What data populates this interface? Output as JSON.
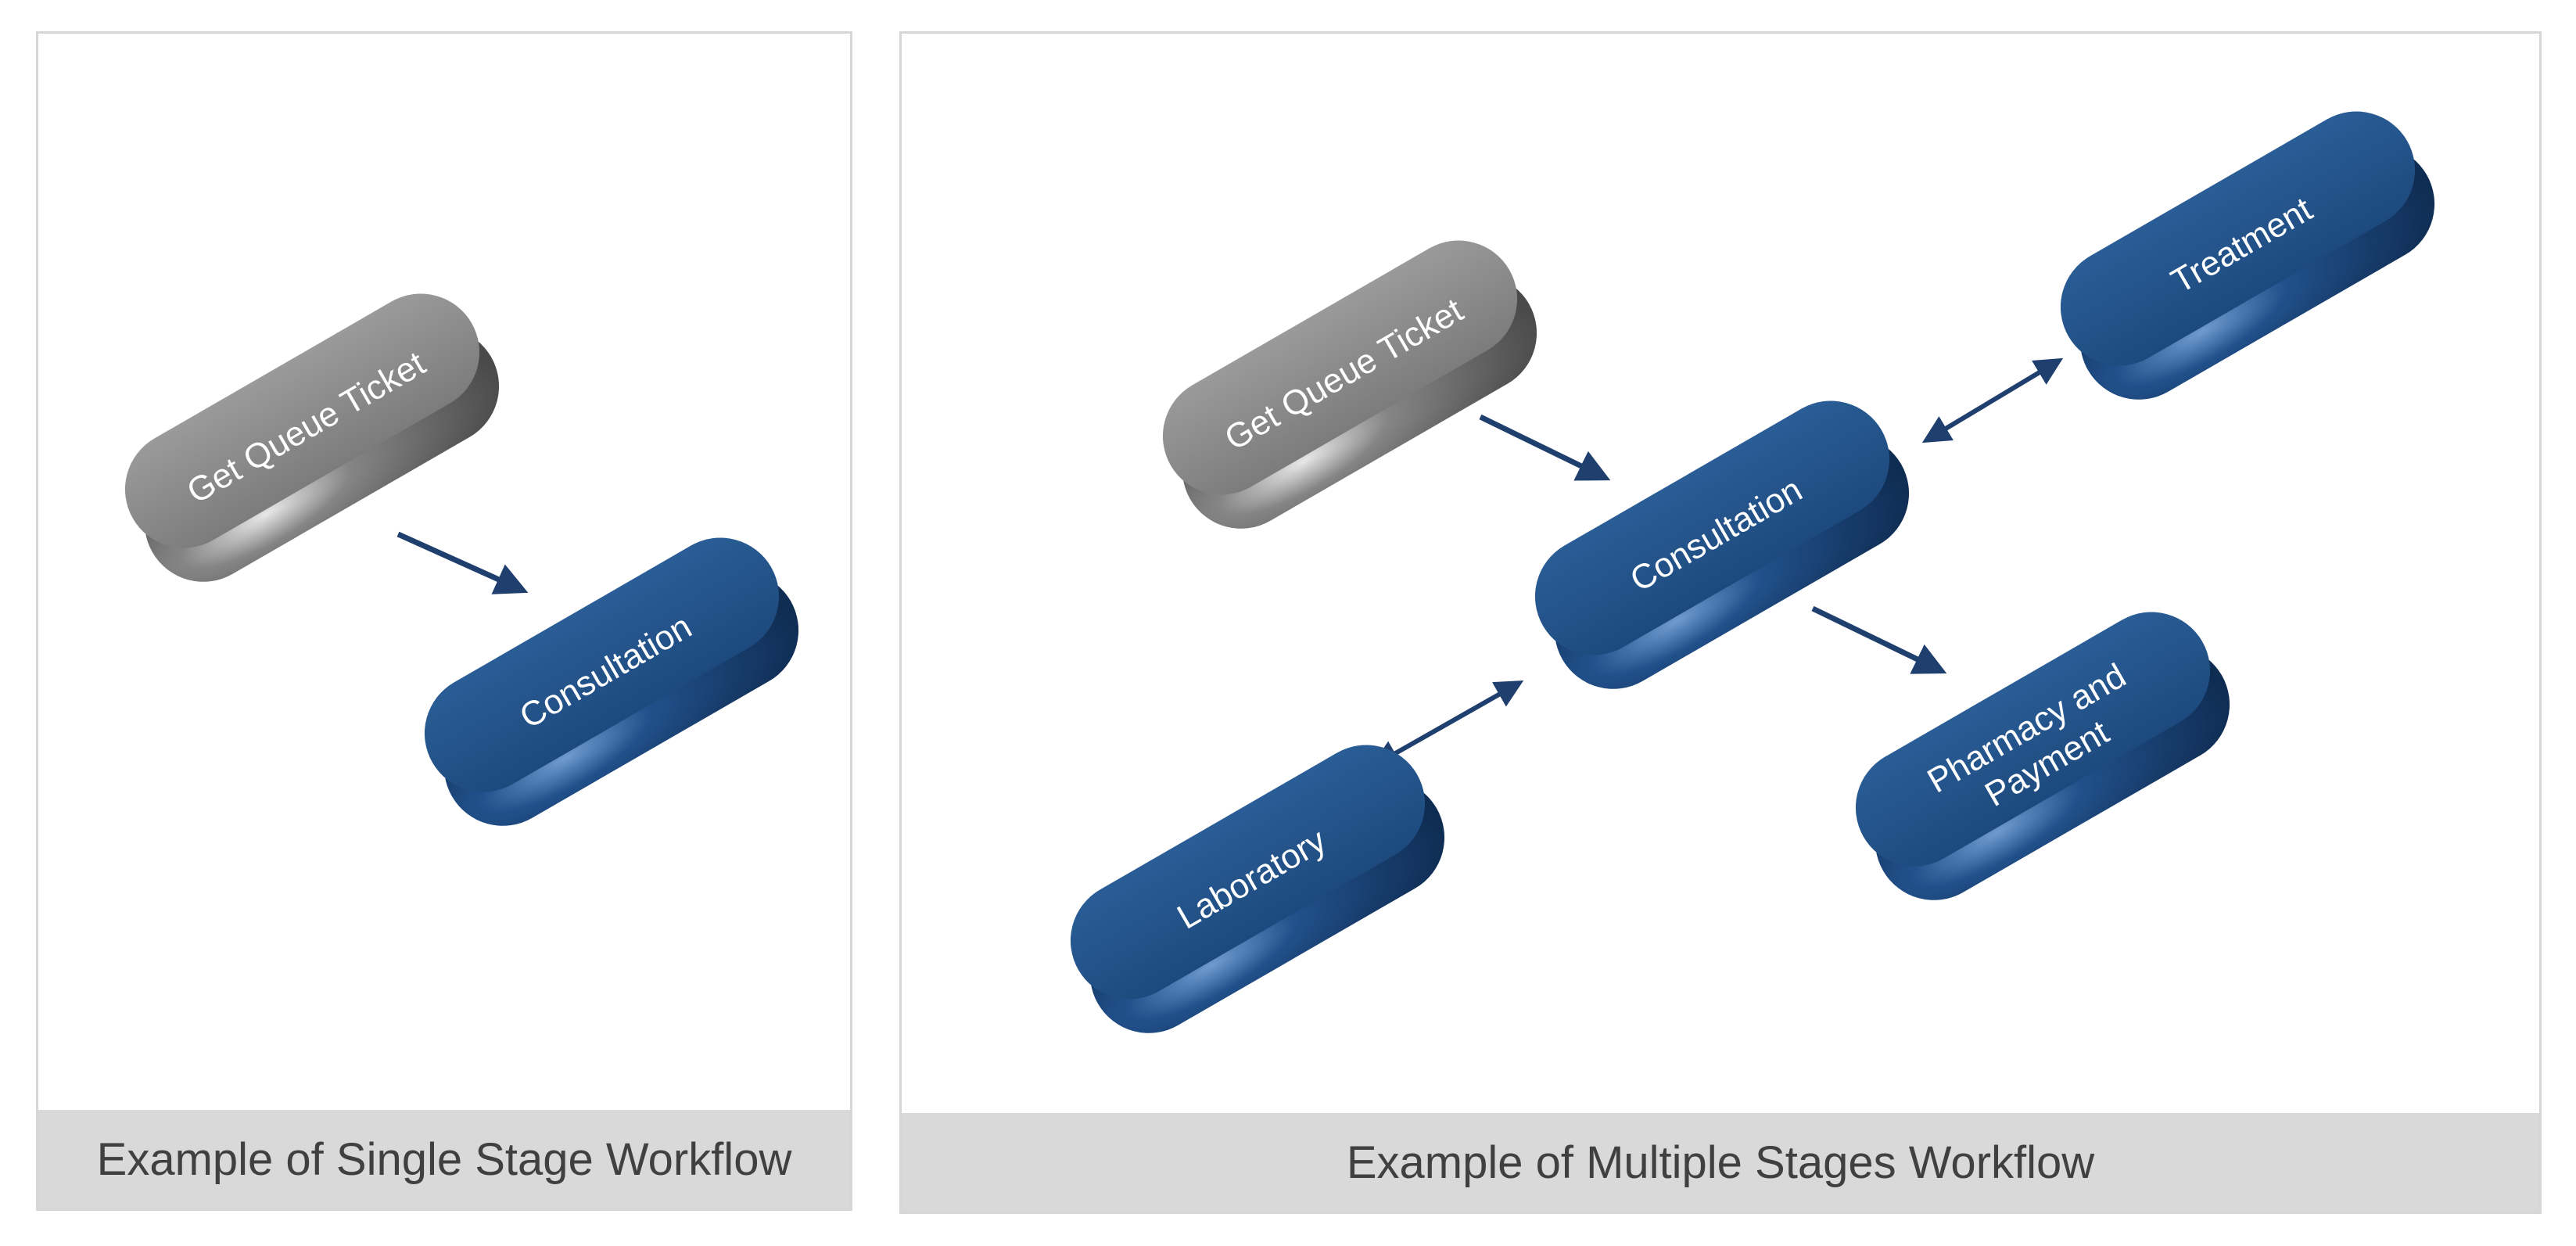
{
  "colors": {
    "stage_blue": "#1f4e84",
    "stage_blue_dark": "#123564",
    "ticket_gray": "#8a8a8a",
    "ticket_gray_dark": "#5e5e5e",
    "arrow": "#1f3f6e",
    "caption_bg": "#d9d9d9",
    "caption_text": "#404040"
  },
  "single": {
    "caption": "Example of Single Stage Workflow",
    "nodes": {
      "ticket": "Get Queue Ticket",
      "consultation": "Consultation"
    }
  },
  "multi": {
    "caption": "Example of Multiple Stages Workflow",
    "nodes": {
      "ticket": "Get Queue Ticket",
      "consultation": "Consultation",
      "treatment": "Treatment",
      "laboratory": "Laboratory",
      "pharmacy_line1": "Pharmacy and",
      "pharmacy_line2": "Payment"
    }
  }
}
